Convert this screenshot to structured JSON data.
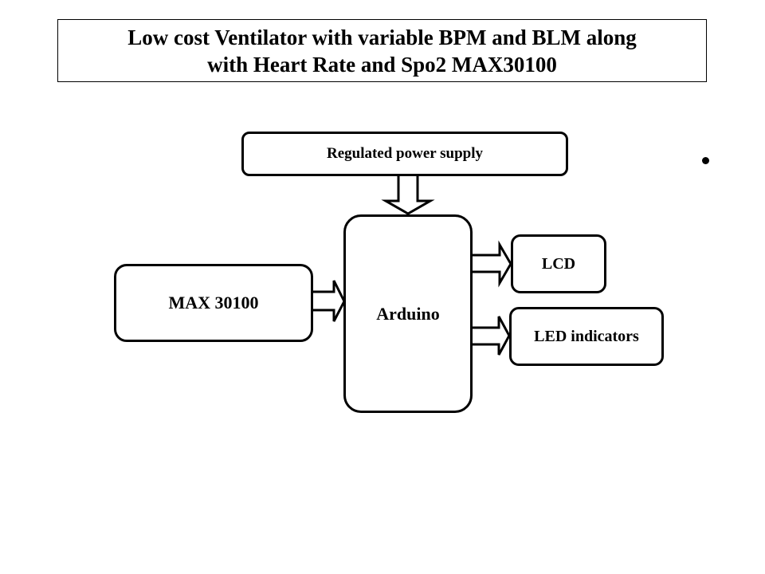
{
  "title": {
    "line1": "Low cost Ventilator with variable BPM and BLM along",
    "line2": "with Heart Rate and Spo2 MAX30100"
  },
  "blocks": {
    "power_supply": "Regulated power supply",
    "arduino": "Arduino",
    "sensor": "MAX 30100",
    "lcd": "LCD",
    "led": "LED indicators"
  },
  "connections": [
    {
      "from": "Regulated power supply",
      "to": "Arduino"
    },
    {
      "from": "MAX 30100",
      "to": "Arduino"
    },
    {
      "from": "Arduino",
      "to": "LCD"
    },
    {
      "from": "Arduino",
      "to": "LED indicators"
    }
  ],
  "bullet": "•"
}
